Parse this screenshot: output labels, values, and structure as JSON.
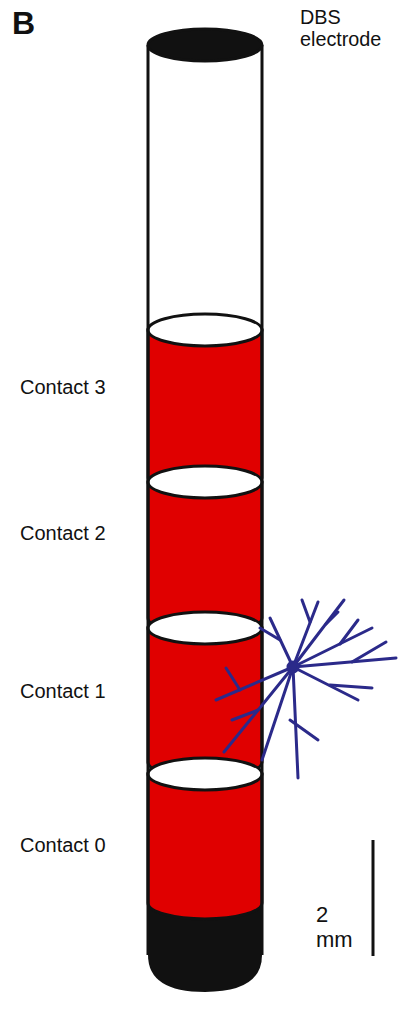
{
  "diagram": {
    "labels": [
      "B",
      "DBS electrode",
      "Contact 3",
      "Contact 2",
      "Contact 1",
      "Contact 0",
      "2 mm"
    ]
  }
}
